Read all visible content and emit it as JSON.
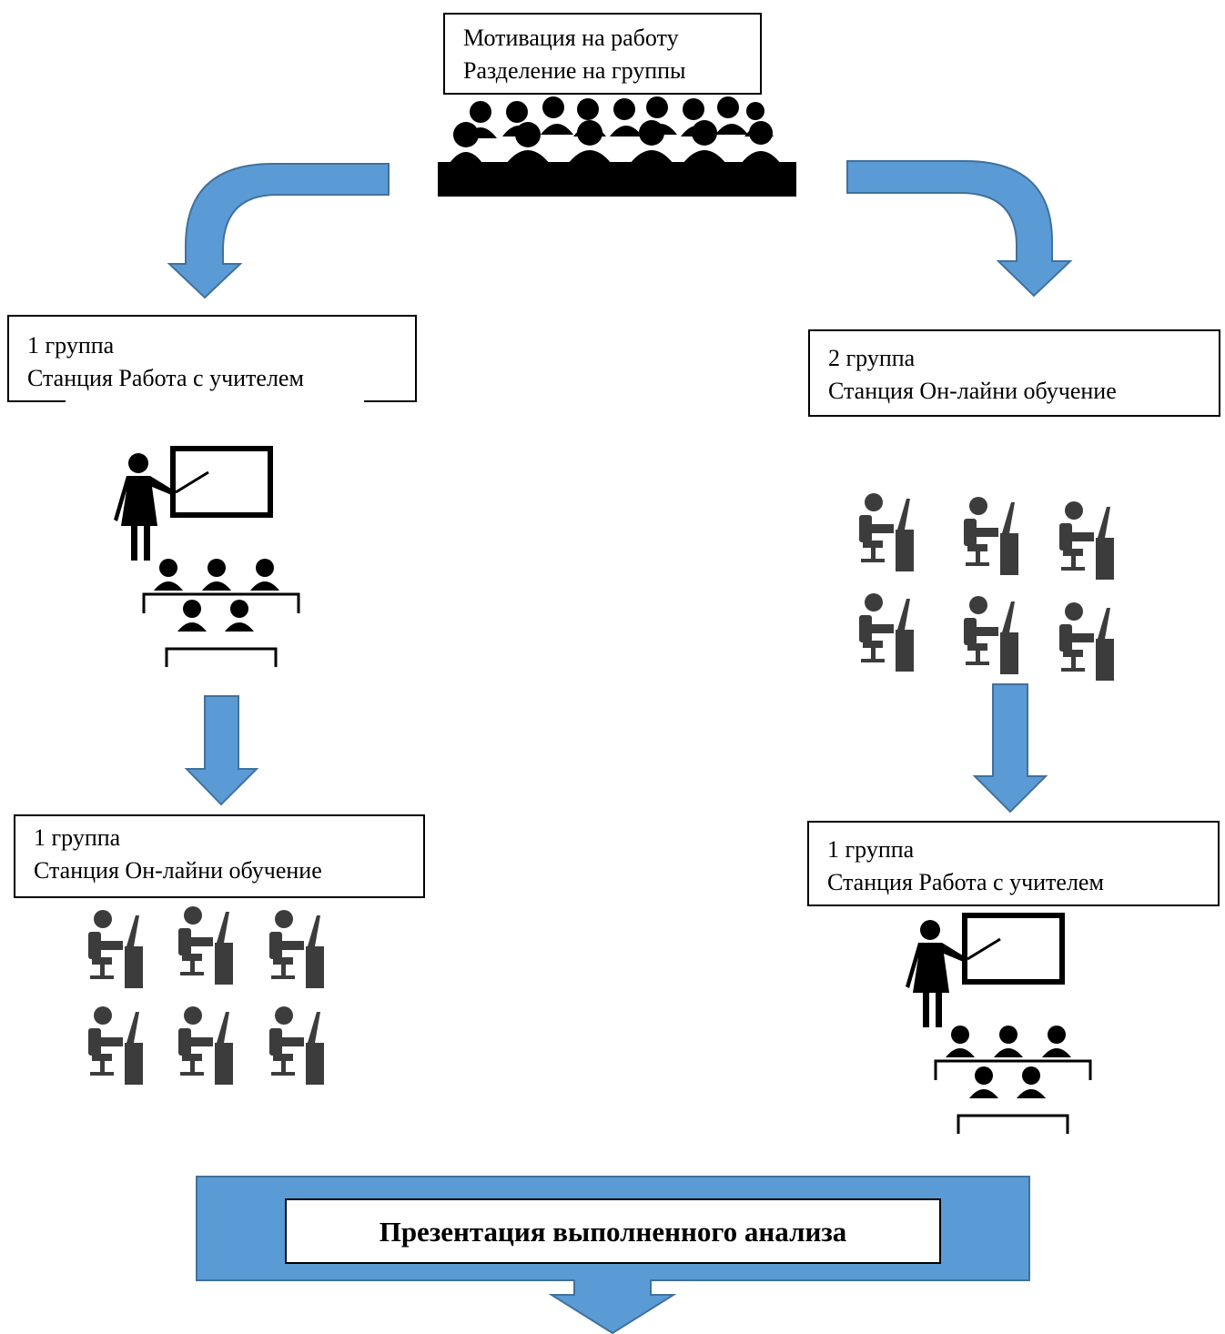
{
  "boxes": {
    "top": {
      "line1": "Мотивация на работу",
      "line2": "Разделение на группы"
    },
    "group1_first": {
      "line1": "1 группа",
      "line2": "Станция Работа с учителем"
    },
    "group2_first": {
      "line1": "2 группа",
      "line2": "Станция Он-лайни обучение"
    },
    "group1_second": {
      "line1": "1 группа",
      "line2": "Станция Он-лайни обучение"
    },
    "group2_second": {
      "line1": "1 группа",
      "line2": "Станция Работа с учителем"
    },
    "final": {
      "text": "Презентация выполненного анализа"
    }
  },
  "icons": {
    "audience": "audience-icon",
    "teacher_class": "teacher-classroom-icon",
    "computer_workers": "computer-workers-icon",
    "arrow": "arrow-icon"
  },
  "colors": {
    "arrow_fill": "#5b9bd5",
    "arrow_stroke": "#41719c",
    "icon_dark": "#000000",
    "icon_gray": "#3c3c3c"
  }
}
